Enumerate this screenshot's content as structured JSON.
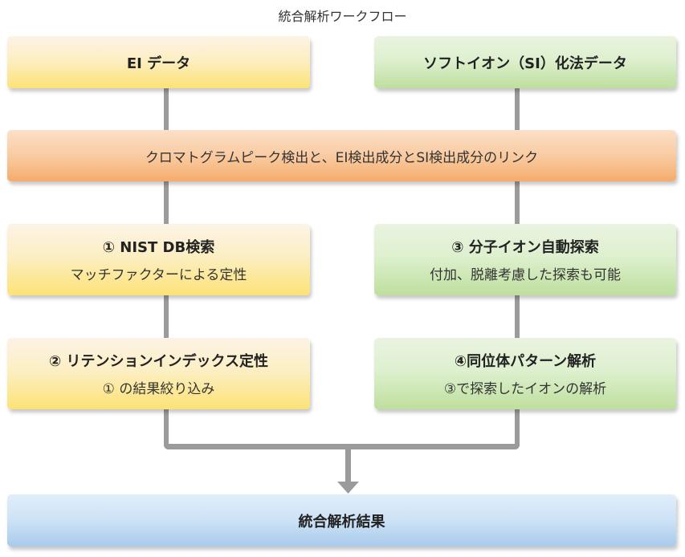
{
  "title": "統合解析ワークフロー",
  "colors": {
    "ei_branch": "#fde276",
    "si_branch": "#bedf9e",
    "link_step": "#f4ac6a",
    "result": "#a8caeb",
    "connector": "#9b9b9b"
  },
  "nodes": {
    "ei_data": {
      "label": "EI データ"
    },
    "si_data": {
      "label": "ソフトイオン（SI）化法データ"
    },
    "link": {
      "label": "クロマトグラムピーク検出と、EI検出成分とSI検出成分のリンク"
    },
    "step1": {
      "title": "① NIST DB検索",
      "subtitle": "マッチファクターによる定性"
    },
    "step2": {
      "title": "② リテンションインデックス定性",
      "subtitle": "① の結果絞り込み"
    },
    "step3": {
      "title": "③ 分子イオン自動探索",
      "subtitle": "付加、脱離考慮した探索も可能"
    },
    "step4": {
      "title": "④同位体パターン解析",
      "subtitle": "③で探索したイオンの解析"
    },
    "result": {
      "label": "統合解析結果"
    }
  },
  "edges": [
    {
      "from": "ei_data",
      "to": "link"
    },
    {
      "from": "si_data",
      "to": "link"
    },
    {
      "from": "link",
      "to": "step1"
    },
    {
      "from": "link",
      "to": "step3"
    },
    {
      "from": "step1",
      "to": "step2"
    },
    {
      "from": "step3",
      "to": "step4"
    },
    {
      "from": "step2",
      "to": "result"
    },
    {
      "from": "step4",
      "to": "result"
    }
  ]
}
